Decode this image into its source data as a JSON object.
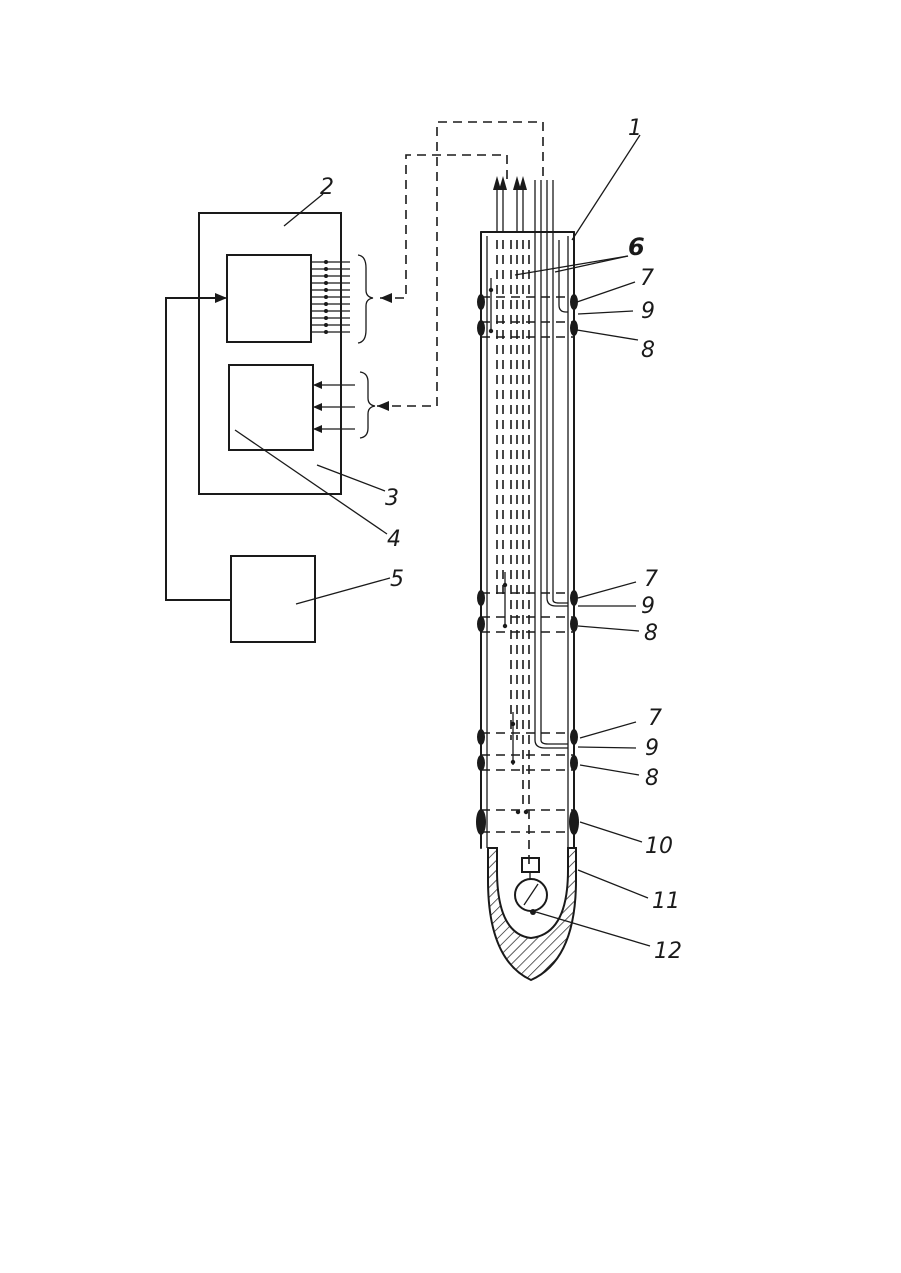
{
  "labels": {
    "l1": "1",
    "l2": "2",
    "l3": "3",
    "l4": "4",
    "l5": "5",
    "l6": "6",
    "l7a": "7",
    "l9a": "9",
    "l8a": "8",
    "l7b": "7",
    "l9b": "9",
    "l8b": "8",
    "l7c": "7",
    "l9c": "9",
    "l8c": "8",
    "l10": "10",
    "l11": "11",
    "l12": "12"
  }
}
